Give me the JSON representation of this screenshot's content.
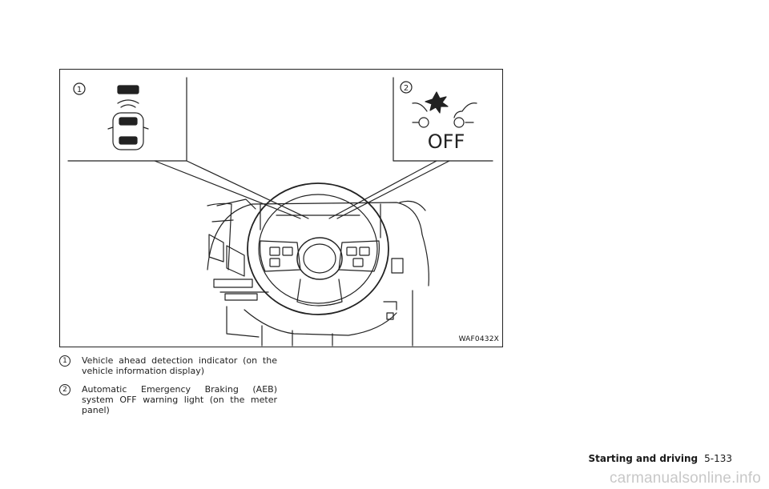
{
  "figure": {
    "code": "WAF0432X",
    "callouts": [
      {
        "num": "1",
        "icon": "vehicle-ahead-detection-icon"
      },
      {
        "num": "2",
        "icon": "aeb-off-warning-icon",
        "label": "OFF"
      }
    ]
  },
  "legend": [
    {
      "num": "1",
      "text": "Vehicle ahead detection indicator (on the vehicle information display)"
    },
    {
      "num": "2",
      "text": "Automatic Emergency Braking (AEB) system OFF warning light (on the meter panel)"
    }
  ],
  "footer": {
    "section": "Starting and driving",
    "page": "5-133"
  },
  "watermark": "carmanualsonline.info"
}
